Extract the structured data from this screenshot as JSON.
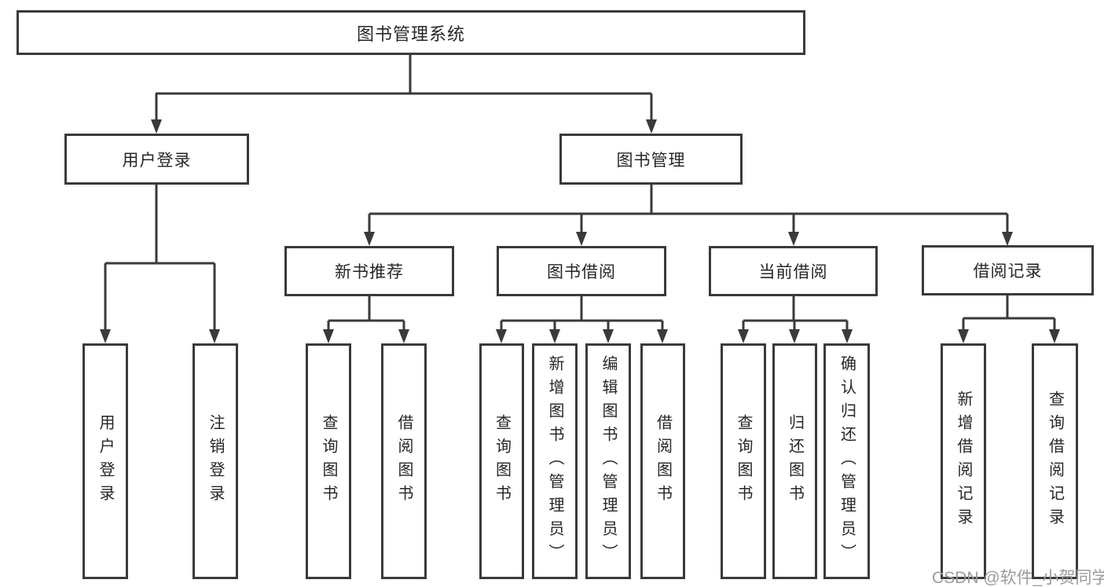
{
  "diagram": {
    "root": {
      "label": "图书管理系统"
    },
    "level2": {
      "user_login": {
        "label": "用户登录"
      },
      "book_management": {
        "label": "图书管理"
      }
    },
    "level3": {
      "new_book_recommend": {
        "label": "新书推荐"
      },
      "book_borrow": {
        "label": "图书借阅"
      },
      "current_borrow": {
        "label": "当前借阅"
      },
      "borrow_records": {
        "label": "借阅记录"
      }
    },
    "leaves": {
      "user_login_action": {
        "label": "用户登录"
      },
      "logout_action": {
        "label": "注销登录"
      },
      "recommend_query_books": {
        "label": "查询图书"
      },
      "recommend_borrow_books": {
        "label": "借阅图书"
      },
      "borrow_query_books": {
        "label": "查询图书"
      },
      "borrow_add_books": {
        "label": "新增图书（管理员）"
      },
      "borrow_edit_books": {
        "label": "编辑图书（管理员）"
      },
      "borrow_borrow_books": {
        "label": "借阅图书"
      },
      "current_query_books": {
        "label": "查询图书"
      },
      "current_return_books": {
        "label": "归还图书"
      },
      "current_confirm_return": {
        "label": "确认归还（管理员）"
      },
      "records_add_record": {
        "label": "新增借阅记录"
      },
      "records_query_record": {
        "label": "查询借阅记录"
      }
    }
  },
  "watermark": {
    "text": "CSDN @软件_小贺同学"
  },
  "colors": {
    "line": "#3a3a3a",
    "box_border": "#3a3a3a",
    "text": "#262626",
    "watermark_text": "#9b9b9b",
    "background": "#ffffff"
  }
}
